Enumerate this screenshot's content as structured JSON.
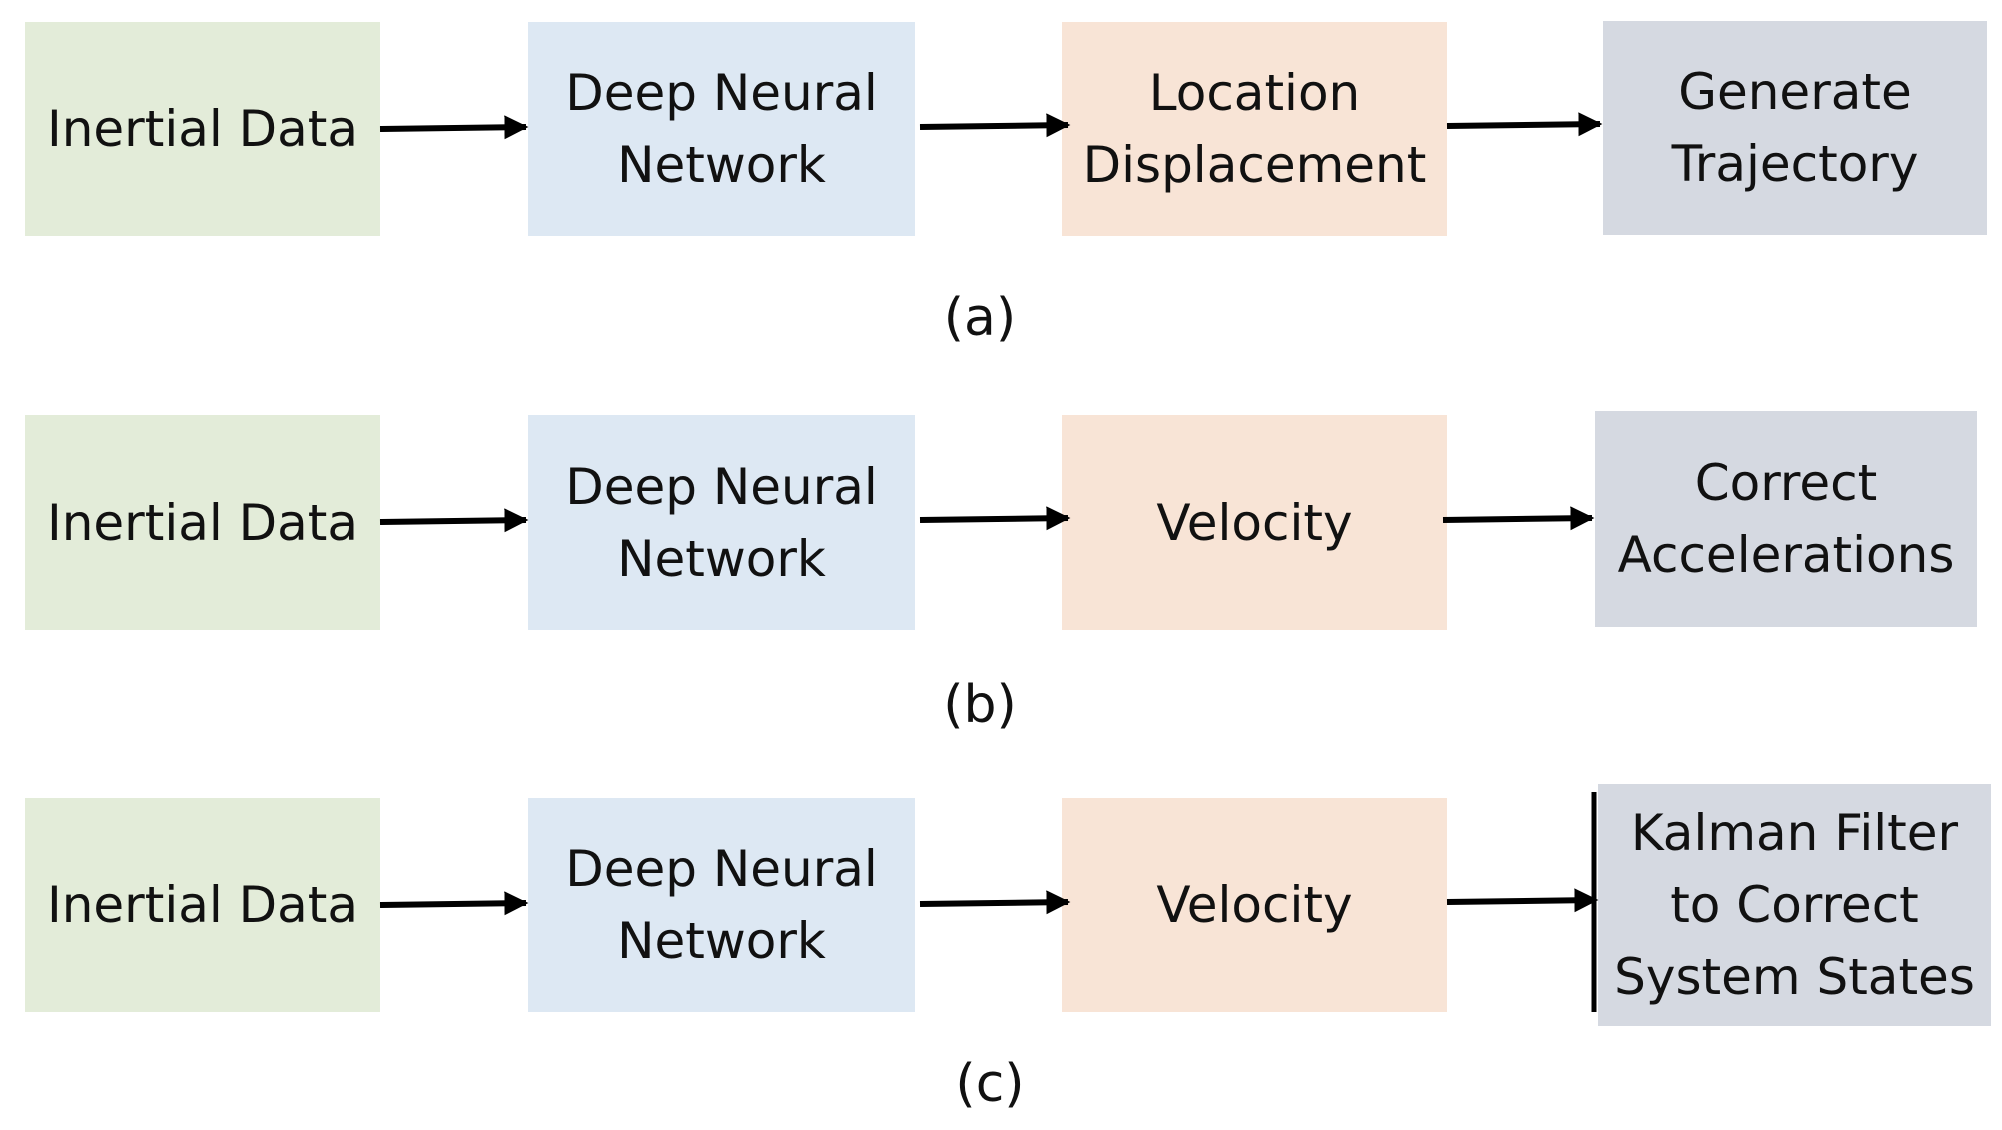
{
  "colors": {
    "input": "#e3ecd9",
    "network": "#dde8f3",
    "estimate": "#f8e4d6",
    "output": "#d5d9e1",
    "arrow": "#000000"
  },
  "rows": [
    {
      "caption": "(a)",
      "boxes": [
        {
          "label": "Inertial Data"
        },
        {
          "label": "Deep Neural\nNetwork"
        },
        {
          "label": "Location\nDisplacement"
        },
        {
          "label": "Generate\nTrajectory"
        }
      ]
    },
    {
      "caption": "(b)",
      "boxes": [
        {
          "label": "Inertial Data"
        },
        {
          "label": "Deep Neural\nNetwork"
        },
        {
          "label": "Velocity"
        },
        {
          "label": "Correct\nAccelerations"
        }
      ]
    },
    {
      "caption": "(c)",
      "boxes": [
        {
          "label": "Inertial Data"
        },
        {
          "label": "Deep Neural\nNetwork"
        },
        {
          "label": "Velocity"
        },
        {
          "label": "Kalman Filter\nto Correct\nSystem States"
        }
      ]
    }
  ]
}
